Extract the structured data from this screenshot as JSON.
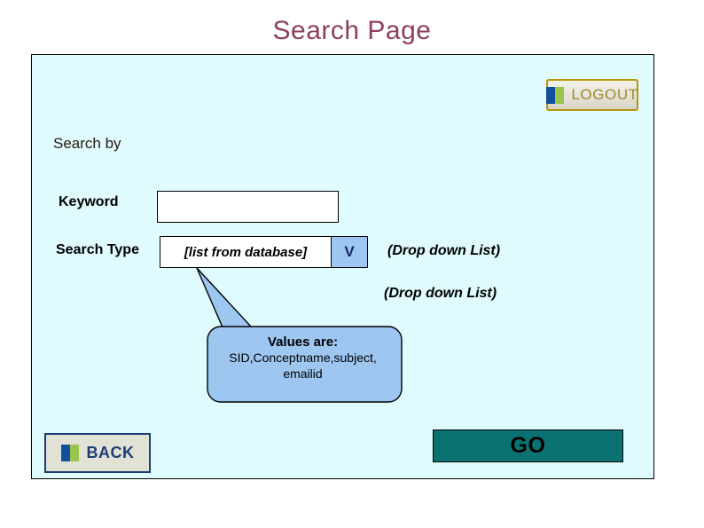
{
  "page": {
    "title": "Search Page",
    "title_color": "#8e3e5f"
  },
  "panel": {
    "background_color": "#dffbfd",
    "border_color": "#000000"
  },
  "header": {
    "logout_button": {
      "label": "LOGOUT",
      "icon": "two-bars-icon",
      "border_color": "#b8960b",
      "text_color": "#9c8b2f"
    }
  },
  "form": {
    "section_label": "Search by",
    "keyword": {
      "label": "Keyword",
      "value": "",
      "placeholder": ""
    },
    "search_type": {
      "label": "Search Type",
      "selected_value": "[list from database]",
      "arrow_glyph": "V",
      "arrow_background": "#9dc6f0",
      "options": [
        "SID",
        "Conceptname",
        "subject",
        "emailid"
      ]
    }
  },
  "annotations": {
    "dropdown_note_1": "(Drop down List)",
    "dropdown_note_2": "(Drop down List)",
    "callout": {
      "title": "Values are:",
      "body_line_1": "SID,Conceptname,subject,",
      "body_line_2": "emailid",
      "fill_color": "#9dc6f0",
      "border_color": "#000000"
    }
  },
  "footer": {
    "back_button": {
      "label": "BACK",
      "icon": "two-bars-icon",
      "border_color": "#1a3f77",
      "text_color": "#1a3f77"
    },
    "go_button": {
      "label": "GO",
      "background_color": "#0b7272",
      "text_color": "#000000"
    }
  },
  "icon_palette": {
    "bar_blue": "#13509c",
    "bar_green": "#9ac44e"
  }
}
